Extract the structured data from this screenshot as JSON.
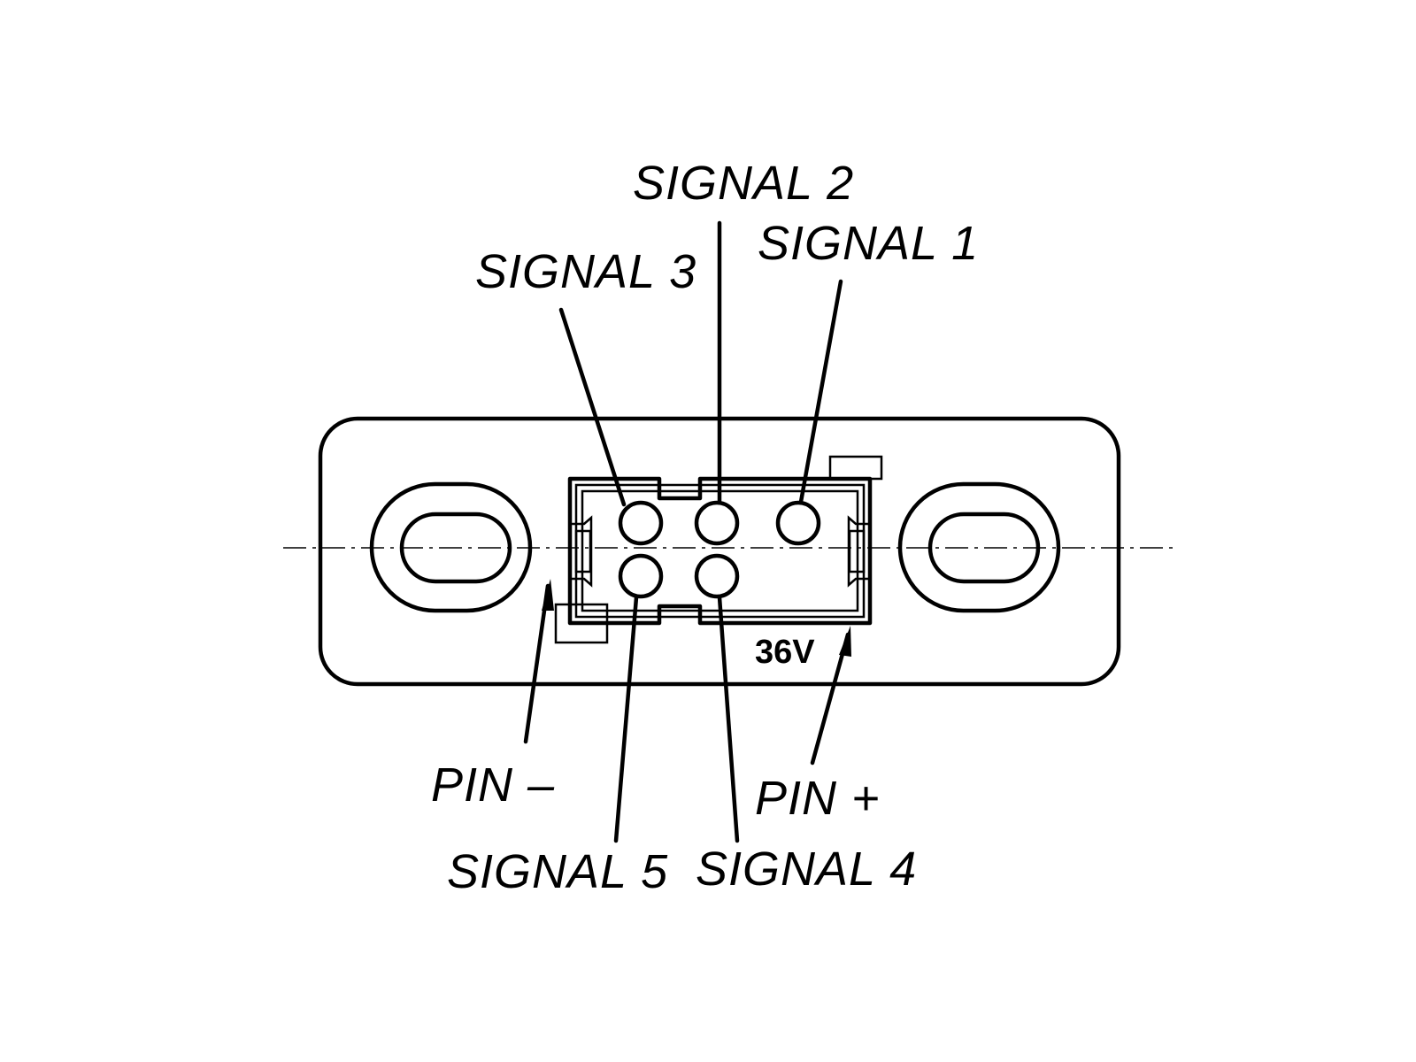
{
  "labels": {
    "signal_1": "SIGNAL 1",
    "signal_2": "SIGNAL 2",
    "signal_3": "SIGNAL 3",
    "signal_4": "SIGNAL 4",
    "signal_5": "SIGNAL 5",
    "pin_minus": "PIN –",
    "pin_plus": "PIN +"
  },
  "connector_marking": "36V",
  "colors": {
    "line": "#000000",
    "background": "#ffffff"
  }
}
